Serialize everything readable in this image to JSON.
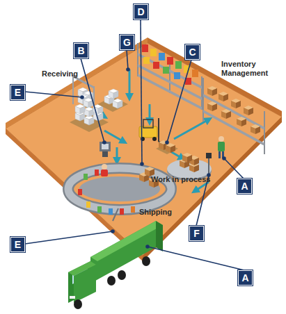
{
  "diagram": {
    "nodes": [
      {
        "text": [
          "D"
        ]
      },
      {
        "text": [
          "G"
        ]
      },
      {
        "text": [
          "B"
        ]
      },
      {
        "text": [
          "C"
        ]
      },
      {
        "text": [
          "E"
        ]
      },
      {
        "text": [
          "A"
        ]
      },
      {
        "text": [
          "F"
        ]
      },
      {
        "text": [
          "E"
        ]
      },
      {
        "text": [
          "A"
        ]
      }
    ],
    "labels": [
      "Receiving",
      "Inventory Management",
      "Work in process",
      "Shipping"
    ]
  }
}
